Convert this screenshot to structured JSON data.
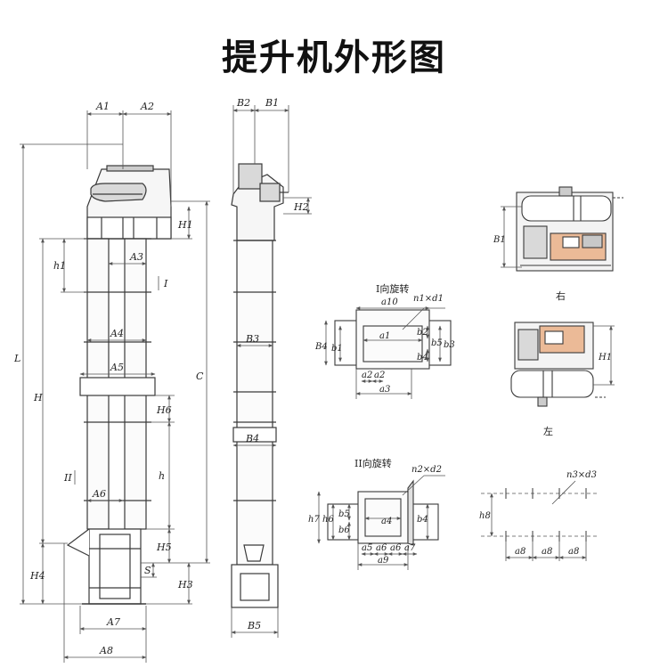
{
  "title": "提升机外形图",
  "colors": {
    "line": "#3a3a3a",
    "dim": "#555555",
    "frame_fill": "#f6f6f6",
    "motor_fill": "#d9d9d9",
    "orange": "#e38a4a",
    "background": "#ffffff"
  },
  "front_view": {
    "dims": {
      "A1": "A1",
      "A2": "A2",
      "A3": "A3",
      "A4": "A4",
      "A5": "A5",
      "A6": "A6",
      "A7": "A7",
      "A8": "A8",
      "H": "H",
      "H1": "H1",
      "H3": "H3",
      "H4": "H4",
      "H5": "H5",
      "H6": "H6",
      "L": "L",
      "C": "C",
      "h": "h",
      "h1": "h1",
      "S": "S"
    },
    "markers": {
      "I": "I",
      "II": "II"
    }
  },
  "side_view": {
    "dims": {
      "B1": "B1",
      "B2": "B2",
      "B3": "B3",
      "B4": "B4",
      "B5": "B5",
      "H2": "H2"
    }
  },
  "detail_I": {
    "label": "I向旋转",
    "dims": {
      "n1d1": "n1×d1",
      "a10": "a10",
      "a1": "a1",
      "a2": "a2",
      "a3": "a3",
      "B4": "B4",
      "b1": "b1",
      "b2": "b2",
      "b3": "b3",
      "b4": "b4",
      "b5": "b5"
    }
  },
  "detail_II": {
    "label": "II向旋转",
    "dims": {
      "n2d2": "n2×d2",
      "a4": "a4",
      "a5": "a5",
      "a6": "a6",
      "a7": "a7",
      "a9": "a9",
      "b4": "b4",
      "b5": "b5",
      "b6": "b6",
      "h7": "h7",
      "h6": "h6"
    }
  },
  "detail_holes": {
    "dims": {
      "n3d3": "n3×d3",
      "a8": "a8",
      "h8": "h8"
    }
  },
  "drive_right": {
    "label": "右",
    "dim": "B1"
  },
  "drive_left": {
    "label": "左",
    "dim": "H1"
  }
}
